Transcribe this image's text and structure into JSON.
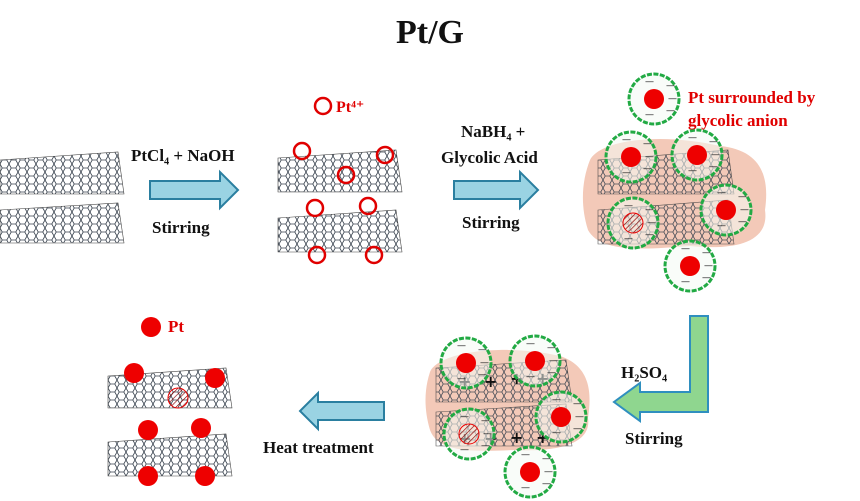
{
  "title": "Pt/G",
  "steps": {
    "step1": {
      "reagent": "PtCl₄ + NaOH",
      "condition": "Stirring"
    },
    "step2": {
      "reagent_line1": "NaBH₄ +",
      "reagent_line2": "Glycolic Acid",
      "condition": "Stirring"
    },
    "step3": {
      "reagent": "H₂SO₄",
      "condition": "Stirring"
    },
    "step4": {
      "condition": "Heat treatment"
    }
  },
  "labels": {
    "pt4": "Pt⁴⁺",
    "surrounded_line1": "Pt surrounded  by",
    "surrounded_line2": "glycolic anion",
    "pt": "Pt"
  },
  "symbols": {
    "minus": "—",
    "plus": "+"
  },
  "colors": {
    "pt_red": "#ee0000",
    "shell_green": "#22aa44",
    "shell_fill": "#f4f9f4",
    "arrow_fill": "#8fcfe0",
    "arrow_stroke": "#2a7fa0",
    "arrow_green": "#7fd07f",
    "arrow_green_stroke": "#2f8fbf",
    "graphene": "#333a44",
    "support": "#f3c9b8"
  }
}
